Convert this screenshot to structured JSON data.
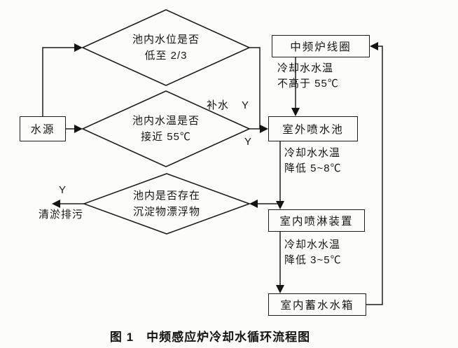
{
  "figure_caption": "图 1　中频感应炉冷却水循环流程图",
  "nodes": {
    "water_source": "水源",
    "furnace_coil": "中频炉线圈",
    "outdoor_spray_pool": "室外喷水池",
    "indoor_spray_device": "室内喷淋装置",
    "indoor_water_tank": "室内蓄水水箱"
  },
  "decisions": {
    "water_level": {
      "line1": "池内水位是否",
      "line2": "低至 2/3"
    },
    "water_temp": {
      "line1": "池内水温是否",
      "line2": "接近 55℃"
    },
    "sediment": {
      "line1": "池内是否存在",
      "line2": "沉淀物漂浮物"
    }
  },
  "edge_labels": {
    "replenish": "补水",
    "yes_level": "Y",
    "yes_temp": "Y",
    "yes_sediment": "Y",
    "drain": "清淤排污",
    "coil_to_pool": {
      "line1": "冷却水水温",
      "line2": "不高于 55℃"
    },
    "pool_to_spray": {
      "line1": "冷却水水温",
      "line2": "降低 5~8℃"
    },
    "spray_to_tank": {
      "line1": "冷却水水温",
      "line2": "降低 3~5℃"
    }
  }
}
